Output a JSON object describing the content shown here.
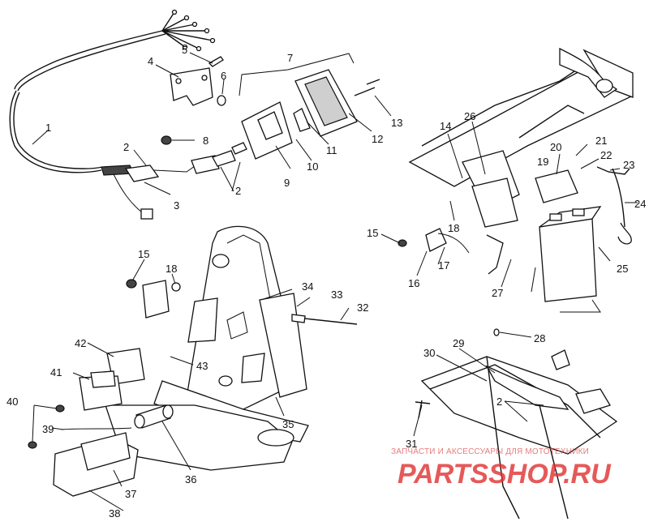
{
  "callouts": [
    "1",
    "2",
    "3",
    "4",
    "5",
    "6",
    "7",
    "8",
    "9",
    "10",
    "11",
    "12",
    "13",
    "14",
    "15",
    "16",
    "17",
    "18",
    "19",
    "20",
    "21",
    "22",
    "23",
    "24",
    "25",
    "26",
    "27",
    "28",
    "29",
    "30",
    "31",
    "32",
    "33",
    "34",
    "35",
    "36",
    "37",
    "38",
    "39",
    "40",
    "41",
    "42",
    "43"
  ],
  "watermark": {
    "caption": "ЗАПЧАСТИ И АКСЕССУАРЫ ДЛЯ МОТОТЕХНИКИ",
    "logo": "PARTSSHOP.RU",
    "color": "#e03030"
  }
}
